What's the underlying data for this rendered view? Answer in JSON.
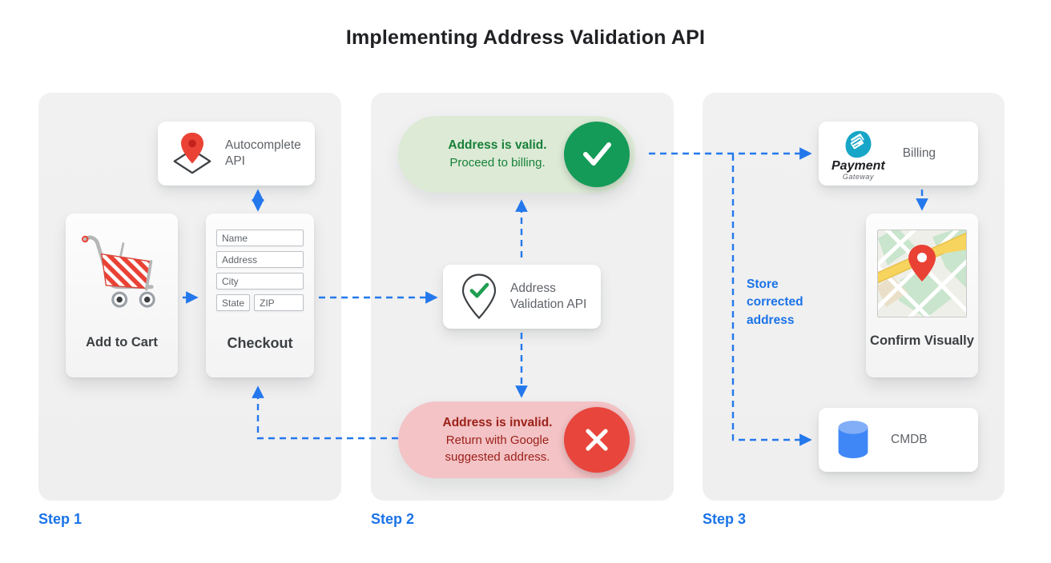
{
  "title": "Implementing Address Validation API",
  "steps": {
    "step1": {
      "label": "Step 1",
      "autocomplete": {
        "label": "Autocomplete API",
        "icon": "map-pin-diamond-icon"
      },
      "cart": {
        "label": "Add to Cart",
        "icon": "shopping-cart-icon"
      },
      "checkout": {
        "label": "Checkout",
        "fields": [
          "Name",
          "Address",
          "City",
          "State",
          "ZIP"
        ]
      }
    },
    "step2": {
      "label": "Step 2",
      "valid": {
        "title": "Address is valid.",
        "subtitle": "Proceed to billing.",
        "icon": "checkmark-icon"
      },
      "api": {
        "label": "Address Validation API",
        "icon": "map-pin-check-icon"
      },
      "invalid": {
        "title": "Address is invalid.",
        "subtitle": "Return with Google suggested address.",
        "icon": "x-icon"
      }
    },
    "step3": {
      "label": "Step 3",
      "billing": {
        "label": "Billing",
        "logo_title": "Payment",
        "logo_subtitle": "Gateway",
        "icon": "payment-gateway-logo"
      },
      "confirm": {
        "label": "Confirm Visually",
        "icon": "map-thumbnail"
      },
      "store_note": "Store corrected address",
      "cmdb": {
        "label": "CMDB",
        "icon": "database-cylinder-icon"
      }
    }
  },
  "colors": {
    "accent_blue": "#1a73e8",
    "valid_bg": "#dcead6",
    "valid_text": "#188038",
    "valid_circle": "#149b57",
    "invalid_bg": "#f3c3c6",
    "invalid_text": "#9c2119",
    "invalid_circle": "#e8453c",
    "pin_red": "#ea4335",
    "payment_teal": "#17a6c7",
    "cmdb_blue": "#4285f4"
  }
}
